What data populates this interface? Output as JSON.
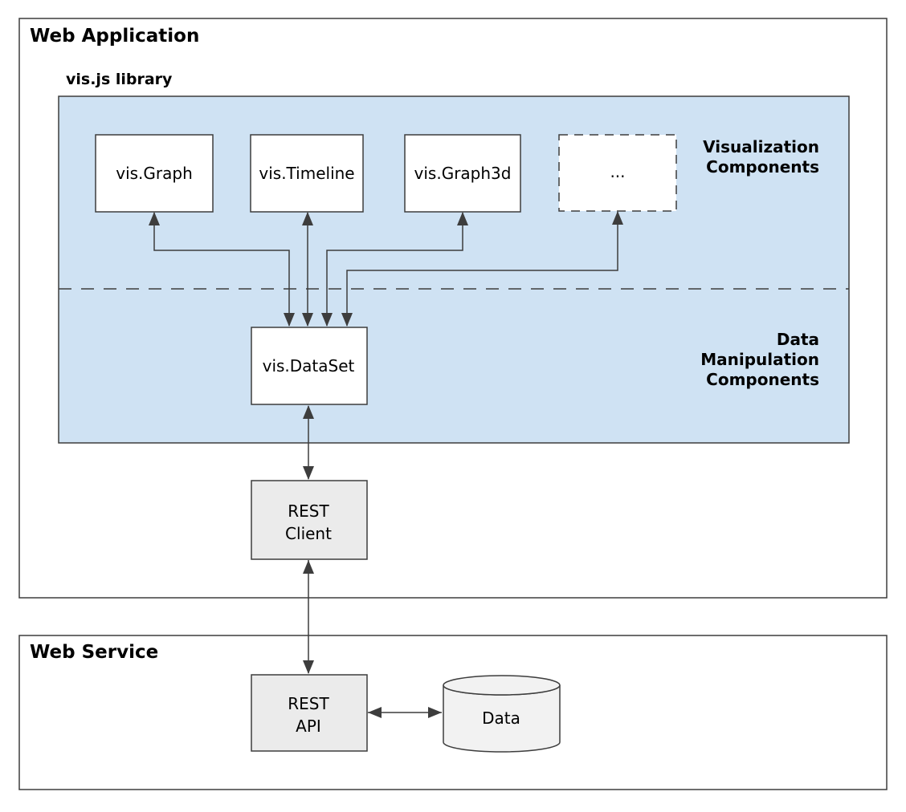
{
  "colors": {
    "outline": "#3d3d3d",
    "library_bg": "#cfe2f3",
    "white_box_bg": "#ffffff",
    "gray_box_bg": "#ebebeb",
    "cylinder_bg": "#f2f2f2"
  },
  "web_application": {
    "title": "Web Application"
  },
  "library": {
    "label": "vis.js library",
    "visualization_components": [
      "vis.Graph",
      "vis.Timeline",
      "vis.Graph3d",
      "..."
    ],
    "section_labels": {
      "visualization": {
        "line1": "Visualization",
        "line2": "Components"
      },
      "data_manipulation": {
        "line1": "Data",
        "line2": "Manipulation",
        "line3": "Components"
      }
    },
    "dataset": {
      "label": "vis.DataSet"
    }
  },
  "rest_client": {
    "line1": "REST",
    "line2": "Client"
  },
  "web_service": {
    "title": "Web Service",
    "rest_api": {
      "line1": "REST",
      "line2": "API"
    },
    "data_store": {
      "label": "Data"
    }
  }
}
